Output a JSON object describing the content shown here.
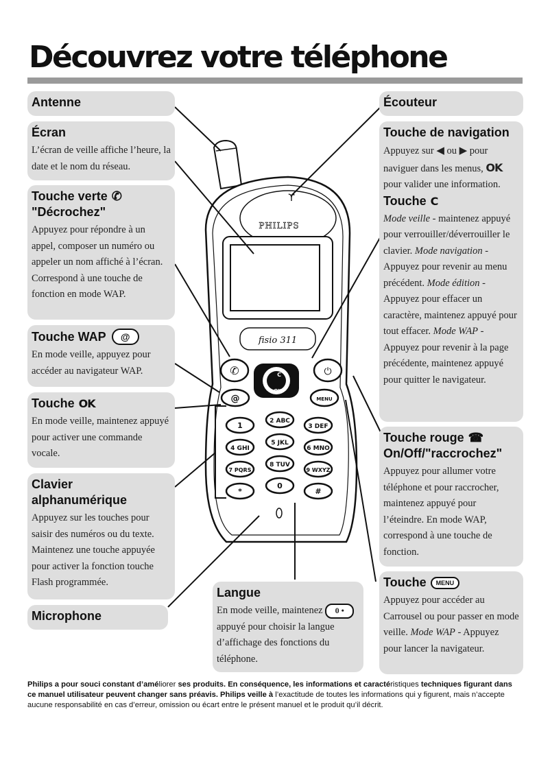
{
  "page_title": "Découvrez votre téléphone",
  "labels": {
    "antenne": "Antenne",
    "ecran_title": "Écran",
    "ecran_text": "L’écran de veille affiche l’heure, la date et le nom du réseau.",
    "verte_title_1": "Touche verte",
    "verte_title_2": "\"Décrochez\"",
    "verte_text": "Appuyez pour répondre à un appel, composer un numéro ou appeler un nom affiché à l’écran. Correspond à une touche de fonction en mode WAP.",
    "wap_title": "Touche WAP",
    "wap_key": "@",
    "wap_text": "En mode veille, appuyez pour accéder au navigateur WAP.",
    "ok_title": "Touche",
    "ok_key": "OK",
    "ok_text": "En mode veille, maintenez appuyé pour activer une commande vocale.",
    "clavier_title_1": "Clavier",
    "clavier_title_2": "alphanumérique",
    "clavier_text": "Appuyez sur les touches pour saisir des numéros ou du texte. Maintenez une touche appuyée pour activer la fonction touche Flash programmée.",
    "microphone": "Microphone",
    "ecouteur": "Écouteur",
    "nav_title": "Touche de navigation",
    "nav_text_1": "Appuyez sur",
    "nav_text_2": "ou",
    "nav_text_3": "pour naviguer dans les menus,",
    "nav_text_4": "pour valider une information.",
    "c_title": "Touche",
    "c_key": "C",
    "c_mode1": "Mode veille",
    "c_text1": " - maintenez appuyé pour verrouiller/déverrouiller le clavier.",
    "c_mode2": "Mode navigation",
    "c_text2": " - Appuyez pour revenir au menu précédent.",
    "c_mode3": "Mode édition",
    "c_text3": " - Appuyez pour effacer un caractère, maintenez appuyé pour tout effacer.",
    "c_mode4": "Mode WAP",
    "c_text4": " - Appuyez pour revenir à la page précédente, maintenez appuyé pour quitter le navigateur.",
    "rouge_title_1": "Touche rouge",
    "rouge_title_2": "On/Off/\"raccrochez\"",
    "rouge_text": "Appuyez pour allumer votre téléphone et pour raccrocher, maintenez appuyé pour l’éteindre. En mode WAP, correspond à une touche de fonction.",
    "menu_title": "Touche",
    "menu_key": "MENU",
    "menu_text1": "Appuyez pour accéder au Carrousel ou pour passer en mode veille.",
    "menu_mode": "Mode WAP",
    "menu_text2": " - Appuyez pour lancer la navigateur.",
    "langue_title": "Langue",
    "langue_text1": "En mode veille, maintenez",
    "langue_key": "0 •",
    "langue_text2": "appuyé pour choisir la langue d’affichage des fonctions du téléphone."
  },
  "phone": {
    "brand": "PHILIPS",
    "model": "fisio 311",
    "keys": [
      "1",
      "2 ABC",
      "3 DEF",
      "4 GHI",
      "5 JKL",
      "6 MNO",
      "7 PQRS",
      "8 TUV",
      "9 WXYZ",
      "*",
      "0",
      "#"
    ],
    "menu_key": "MENU",
    "at_key": "@",
    "nav_c": "C",
    "nav_ok": "OK"
  },
  "footer": {
    "b1": "Philips a pour souci constant d’amé",
    "t1": "liorer ",
    "b2": "ses produits. En conséquence, les informations et caracté",
    "t2": "ristiques ",
    "b3": "techniques figurant dans ce manuel utilisateur peuvent changer sans préavis. Philips veille à",
    "t3": " l’exactitude de toutes les informations qui y figurent, mais n’accepte aucune responsabilité en cas d’erreur, omission ou écart entre le présent manuel et le produit qu’il décrit."
  }
}
